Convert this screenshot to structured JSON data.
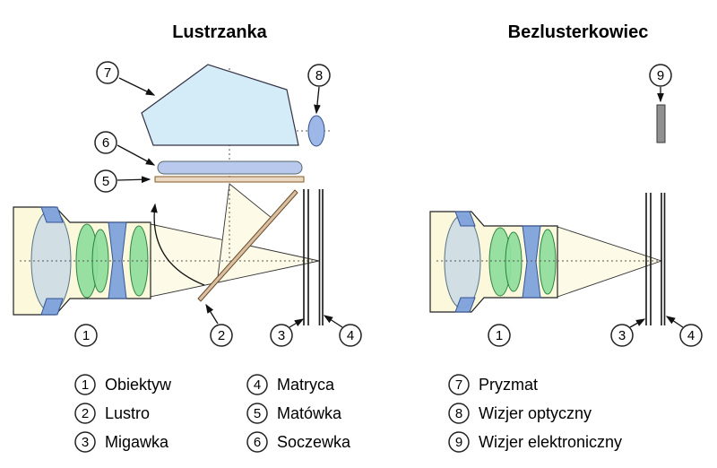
{
  "titles": {
    "left": "Lustrzanka",
    "right": "Bezlusterkowiec"
  },
  "markers": {
    "n1": "1",
    "n2": "2",
    "n3": "3",
    "n4": "4",
    "n5": "5",
    "n6": "6",
    "n7": "7",
    "n8": "8",
    "n9": "9"
  },
  "legend": {
    "items": [
      {
        "num": "1",
        "label": "Obiektyw"
      },
      {
        "num": "2",
        "label": "Lustro"
      },
      {
        "num": "3",
        "label": "Migawka"
      },
      {
        "num": "4",
        "label": "Matryca"
      },
      {
        "num": "5",
        "label": "Matówka"
      },
      {
        "num": "6",
        "label": "Soczewka"
      },
      {
        "num": "7",
        "label": "Pryzmat"
      },
      {
        "num": "8",
        "label": "Wizjer optyczny"
      },
      {
        "num": "9",
        "label": "Wizjer elektroniczny"
      }
    ]
  },
  "colors": {
    "barrel": "#fbf8dc",
    "cone": "#fdfbe8",
    "front-lens": "#ccdbe6",
    "green-lens": "#8fdf9d",
    "blue-lens": "#7fa3dc",
    "prism": "#d4ebf8",
    "condenser": "#b9c9ee",
    "screen": "#e9d9c2",
    "mirror": "#d8c0a0",
    "evf": "#909090",
    "eyepiece": "#9db8e6",
    "dotted": "#555555"
  }
}
